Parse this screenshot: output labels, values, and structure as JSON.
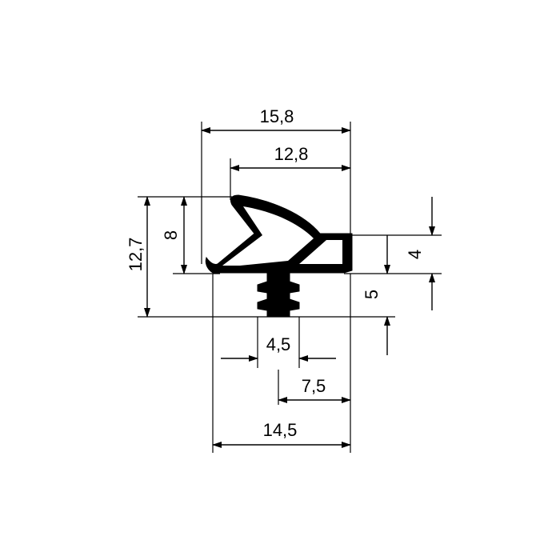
{
  "drawing": {
    "title": "",
    "ink_color": "#000000",
    "background": "#ffffff"
  },
  "dimensions": {
    "top_width": "15,8",
    "lip_width": "12,8",
    "total_height": "12,7",
    "head_height": "8",
    "right_step": "4",
    "fin_height": "5",
    "fin_width": "4,5",
    "fin_offset": "7,5",
    "base_width": "14,5"
  }
}
